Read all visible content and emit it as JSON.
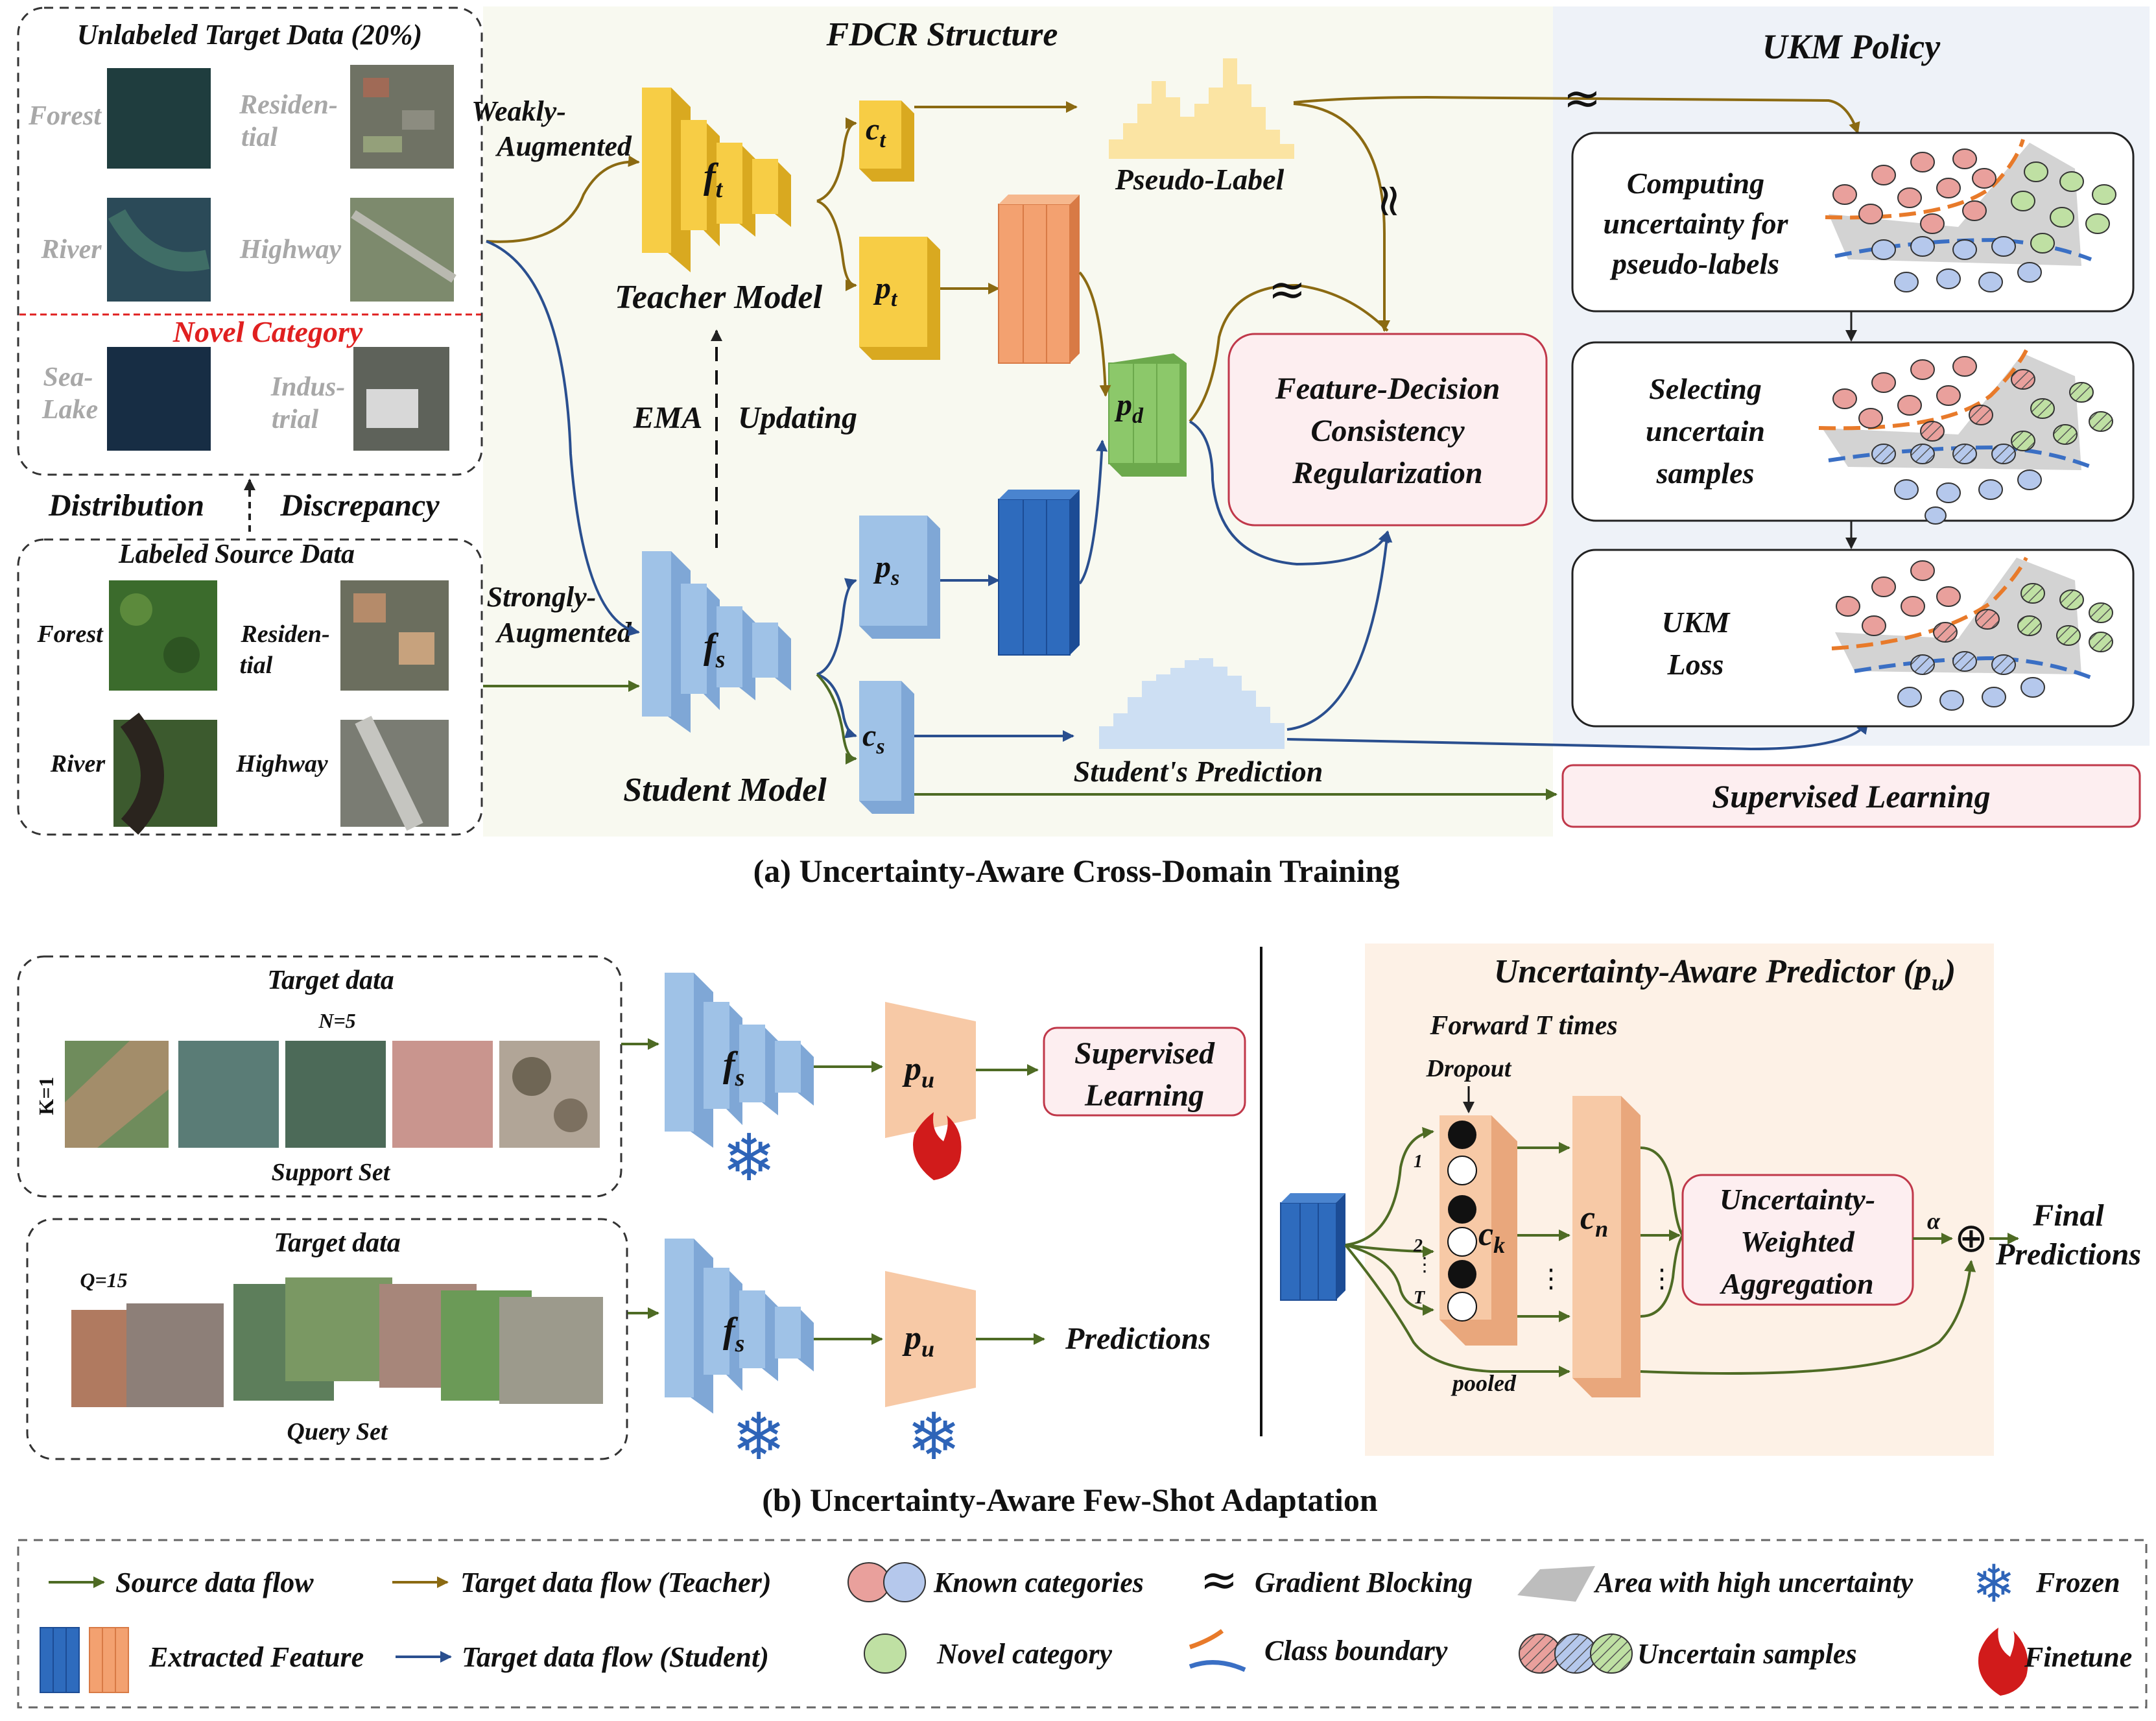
{
  "colors": {
    "teacher": "#f7cd45",
    "student": "#9fc2e7",
    "projector": "#8cc86a",
    "orange_feature": "#f3a170",
    "blue_feature": "#2e6bbd",
    "source_flow": "#4e6b24",
    "teacher_flow": "#8b6a12",
    "student_flow": "#2a4f8f",
    "box_border": "#c0384a",
    "novel_category": "#e02020",
    "known_red": "#e9a09c",
    "known_blue": "#b5c8ec",
    "novel_green": "#bfe0a3",
    "panel_bg": "#f8f9f0",
    "ukm_bg": "#eef2f8",
    "predictor_bg": "#fdf1e6",
    "predictor_shape": "#f7c9a6"
  },
  "unlabeled": {
    "title": "Unlabeled Target Data (20%)",
    "forest": "Forest",
    "residential_1": "Residen-",
    "residential_2": "tial",
    "river": "River",
    "highway": "Highway",
    "novel": "Novel Category",
    "sealake_1": "Sea-",
    "sealake_2": "Lake",
    "industrial_1": "Indus-",
    "industrial_2": "trial"
  },
  "distribution": "Distribution",
  "discrepancy": "Discrepancy",
  "labeled": {
    "title": "Labeled Source Data",
    "forest": "Forest",
    "residential_1": "Residen-",
    "residential_2": "tial",
    "river": "River",
    "highway": "Highway"
  },
  "part_a": {
    "structure_title": "FDCR Structure",
    "weakly_1": "Weakly-",
    "weakly_2": "Augmented",
    "strongly_1": "Strongly-",
    "strongly_2": "Augmented",
    "teacher_model": "Teacher Model",
    "student_model": "Student Model",
    "ema": "EMA",
    "updating": "Updating",
    "pseudo_label": "Pseudo-Label",
    "students_prediction": "Student's Prediction",
    "fdcr_1": "Feature-Decision",
    "fdcr_2": "Consistency",
    "fdcr_3": "Regularization",
    "supervised": "Supervised Learning",
    "ukm_title": "UKM Policy",
    "ukm1_1": "Computing",
    "ukm1_2": "uncertainty for",
    "ukm1_3": "pseudo-labels",
    "ukm2_1": "Selecting",
    "ukm2_2": "uncertain",
    "ukm2_3": "samples",
    "ukm3_1": "UKM",
    "ukm3_2": "Loss",
    "caption": "(a) Uncertainty-Aware Cross-Domain Training"
  },
  "part_b": {
    "target_data": "Target data",
    "n5": "N=5",
    "k1": "K=1",
    "support": "Support Set",
    "q15": "Q=15",
    "query": "Query Set",
    "supervised_1": "Supervised",
    "supervised_2": "Learning",
    "predictions": "Predictions",
    "predictor_title": "Uncertainty-Aware Predictor (",
    "forward": "Forward T times",
    "dropout": "Dropout",
    "pooled": "pooled",
    "n1": "1",
    "n2": "2",
    "nT": "T",
    "agg_1": "Uncertainty-",
    "agg_2": "Weighted",
    "agg_3": "Aggregation",
    "alpha": "α",
    "final_1": "Final",
    "final_2": "Predictions",
    "caption": "(b) Uncertainty-Aware Few-Shot Adaptation"
  },
  "legend": {
    "source_flow": "Source data flow",
    "teacher_flow": "Target  data flow (Teacher)",
    "known": "Known categories",
    "grad_block": "Gradient Blocking",
    "high_unc": "Area with high uncertainty",
    "frozen": "Frozen",
    "extracted": "Extracted Feature",
    "student_flow": "Target  data flow (Student)",
    "novel": "Novel category",
    "boundary": "Class boundary",
    "uncertain": "Uncertain samples",
    "finetune": "Finetune"
  }
}
